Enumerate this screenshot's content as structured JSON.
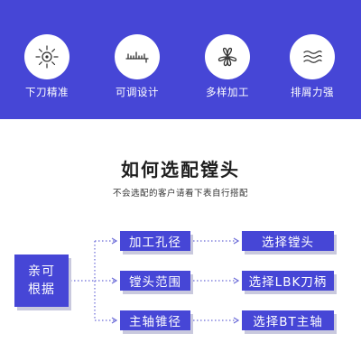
{
  "features": [
    {
      "label": "下刀精准",
      "icon": "sun-target-icon"
    },
    {
      "label": "可调设计",
      "icon": "ruler-scale-icon"
    },
    {
      "label": "多样加工",
      "icon": "four-petal-icon"
    },
    {
      "label": "排屑力强",
      "icon": "wave-lines-icon"
    }
  ],
  "title": "如何选配镗头",
  "subtitle": "不会选配的客户请看下表自行搭配",
  "flow": {
    "source": [
      "亲可",
      "根据"
    ],
    "rows": [
      {
        "criterion": "加工孔径",
        "result": "选择镗头"
      },
      {
        "criterion": "镗头范围",
        "result": "选择LBK刀柄"
      },
      {
        "criterion": "主轴锥径",
        "result": "选择BT主轴"
      }
    ]
  },
  "colors": {
    "accent": "#4646d6",
    "connector": "#6a6ad8",
    "shadow": "#c9c9de"
  }
}
